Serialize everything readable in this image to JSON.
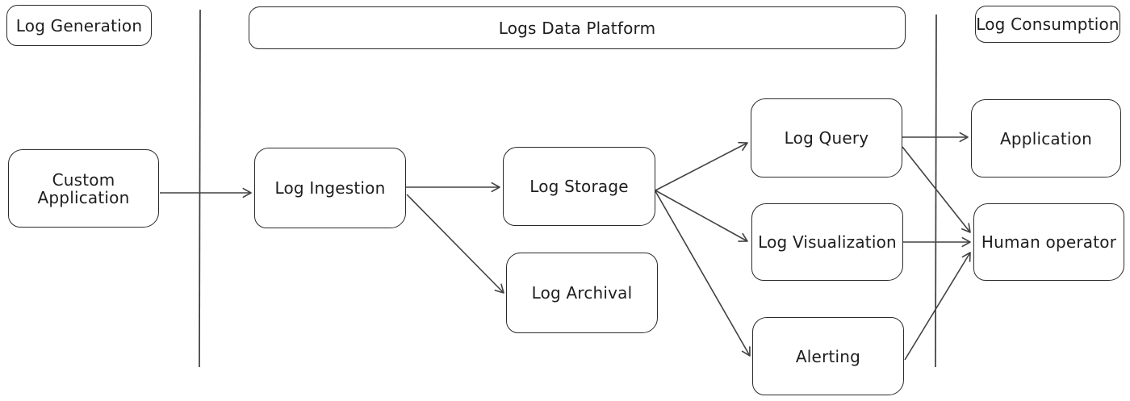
{
  "diagram": {
    "background_color": "#ffffff",
    "box_border_color": "#2b2b2b",
    "text_color": "#1e1e1e",
    "arrow_color": "#424242"
  },
  "sections": [
    {
      "id": "log-generation",
      "label": "Log Generation"
    },
    {
      "id": "logs-data-platform",
      "label": "Logs Data Platform"
    },
    {
      "id": "log-consumption",
      "label": "Log Consumption"
    }
  ],
  "nodes": [
    {
      "id": "custom-application",
      "label": "Custom Application",
      "section": "Log Generation"
    },
    {
      "id": "log-ingestion",
      "label": "Log Ingestion",
      "section": "Logs Data Platform"
    },
    {
      "id": "log-storage",
      "label": "Log Storage",
      "section": "Logs Data Platform"
    },
    {
      "id": "log-archival",
      "label": "Log Archival",
      "section": "Logs Data Platform"
    },
    {
      "id": "log-query",
      "label": "Log Query",
      "section": "Logs Data Platform"
    },
    {
      "id": "log-visualization",
      "label": "Log Visualization",
      "section": "Logs Data Platform"
    },
    {
      "id": "alerting",
      "label": "Alerting",
      "section": "Logs Data Platform"
    },
    {
      "id": "application",
      "label": "Application",
      "section": "Log Consumption"
    },
    {
      "id": "human-operator",
      "label": "Human operator",
      "section": "Log Consumption"
    }
  ],
  "edges": [
    {
      "from": "Custom Application",
      "to": "Log Ingestion"
    },
    {
      "from": "Log Ingestion",
      "to": "Log Storage"
    },
    {
      "from": "Log Ingestion",
      "to": "Log Archival"
    },
    {
      "from": "Log Storage",
      "to": "Log Query"
    },
    {
      "from": "Log Storage",
      "to": "Log Visualization"
    },
    {
      "from": "Log Storage",
      "to": "Alerting"
    },
    {
      "from": "Log Query",
      "to": "Application"
    },
    {
      "from": "Log Query",
      "to": "Human operator"
    },
    {
      "from": "Log Visualization",
      "to": "Human operator"
    },
    {
      "from": "Alerting",
      "to": "Human operator"
    }
  ]
}
